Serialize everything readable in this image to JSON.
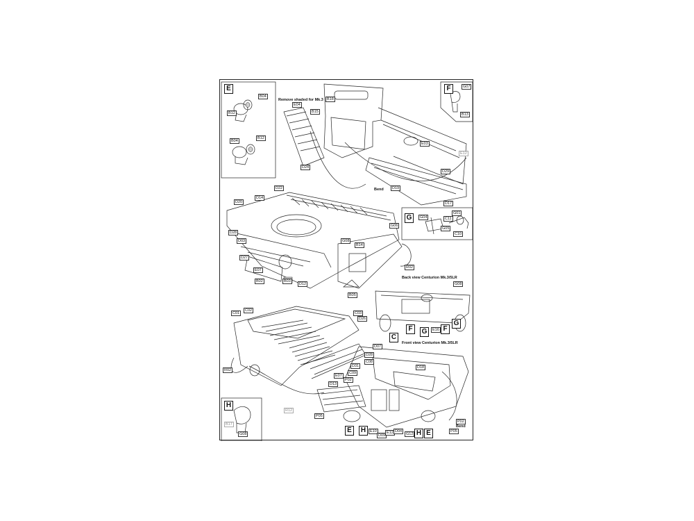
{
  "sheet": {
    "notes": {
      "remove_shaded": "Remove shaded for Mk.3",
      "bend_1": "Bend",
      "back_view": "Back view Centurion Mk.3/5LR",
      "front_view": "Front view Centurion Mk.3/5LR",
      "bend_2": "Bend"
    },
    "insets": {
      "E": {
        "letter": "E",
        "parts": [
          "B04",
          "B12",
          "B04",
          "B12"
        ]
      },
      "F": {
        "letter": "F",
        "parts": [
          "G07",
          "B13"
        ]
      },
      "G": {
        "letter": "G",
        "parts": [
          "G04",
          "G01",
          "C11",
          "C10",
          "G05"
        ]
      },
      "H": {
        "letter": "H",
        "parts": [
          "B17",
          "G08"
        ]
      }
    },
    "step1": [
      "B18",
      "E04",
      "B15",
      "E03",
      "D24",
      "D29",
      "D19",
      "D17",
      "E12"
    ],
    "step2": [
      "D22",
      "D14",
      "D20",
      "D28",
      "D03",
      "D27",
      "E07",
      "B02",
      "B03",
      "D12",
      "G06",
      "G08",
      "B14",
      "R02",
      "B05"
    ],
    "back_view_letters": [
      "C",
      "F",
      "G",
      "F",
      "G"
    ],
    "back_view_parts": [
      "G08",
      "E16"
    ],
    "step3": [
      "C01",
      "C02",
      "C03",
      "D26",
      "D07",
      "D28",
      "C08",
      "D31",
      "C09",
      "P02",
      "D13",
      "E07",
      "R02",
      "R12"
    ],
    "step4": [
      "D18",
      "P05",
      "E10",
      "D09",
      "E12",
      "D04",
      "G12",
      "P02",
      "P05"
    ],
    "bottom_letters": [
      "E",
      "H",
      "H",
      "E"
    ]
  }
}
